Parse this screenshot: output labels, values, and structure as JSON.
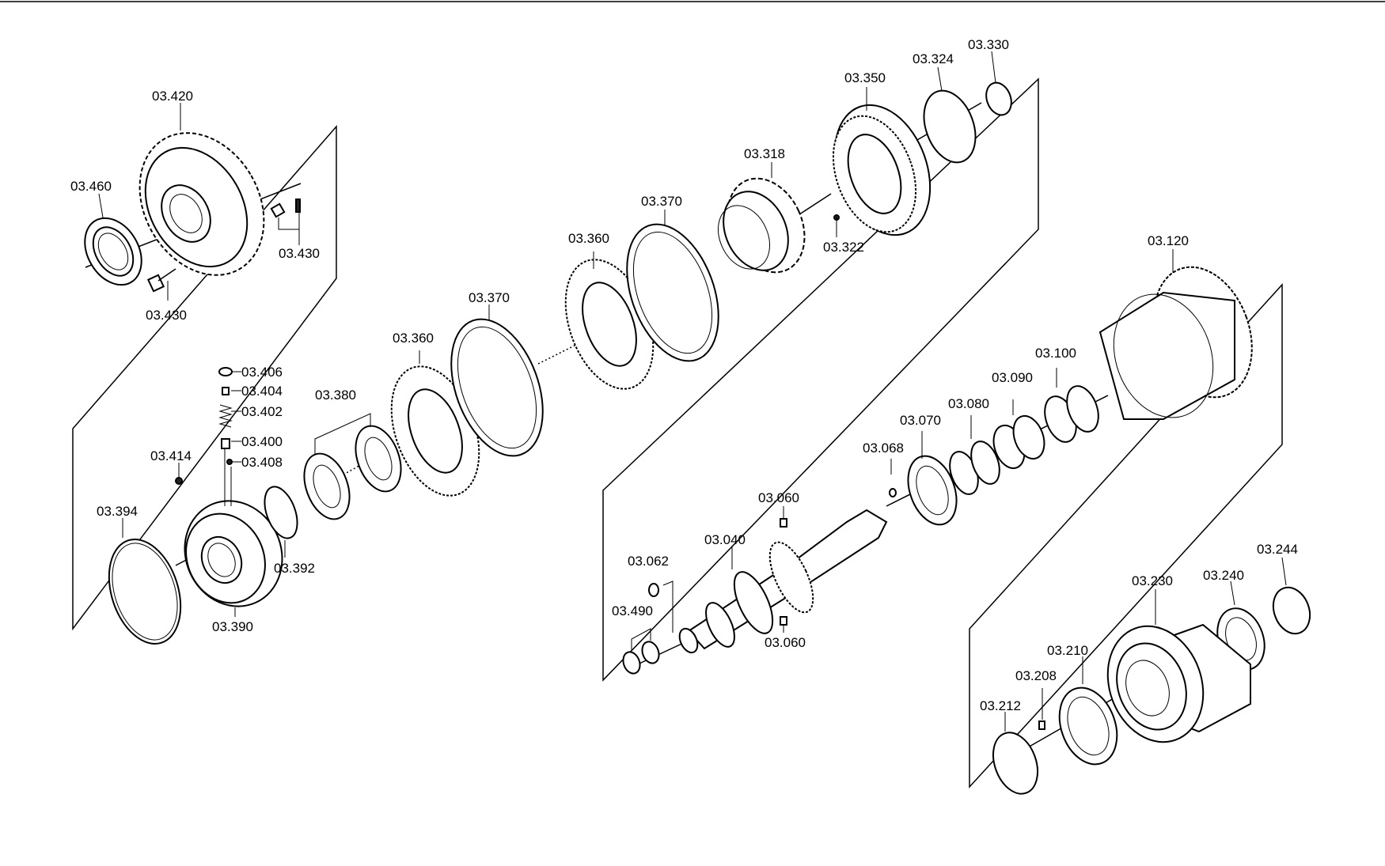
{
  "labels": [
    "03.420",
    "03.460",
    "03.430",
    "03.430",
    "03.350",
    "03.324",
    "03.330",
    "03.318",
    "03.322",
    "03.370",
    "03.360",
    "03.370",
    "03.360",
    "03.380",
    "03.406",
    "03.404",
    "03.402",
    "03.400",
    "03.408",
    "03.414",
    "03.394",
    "03.390",
    "03.392",
    "03.120",
    "03.100",
    "03.090",
    "03.080",
    "03.070",
    "03.068",
    "03.060",
    "03.060",
    "03.040",
    "03.062",
    "03.490",
    "03.244",
    "03.240",
    "03.230",
    "03.210",
    "03.208",
    "03.212"
  ]
}
